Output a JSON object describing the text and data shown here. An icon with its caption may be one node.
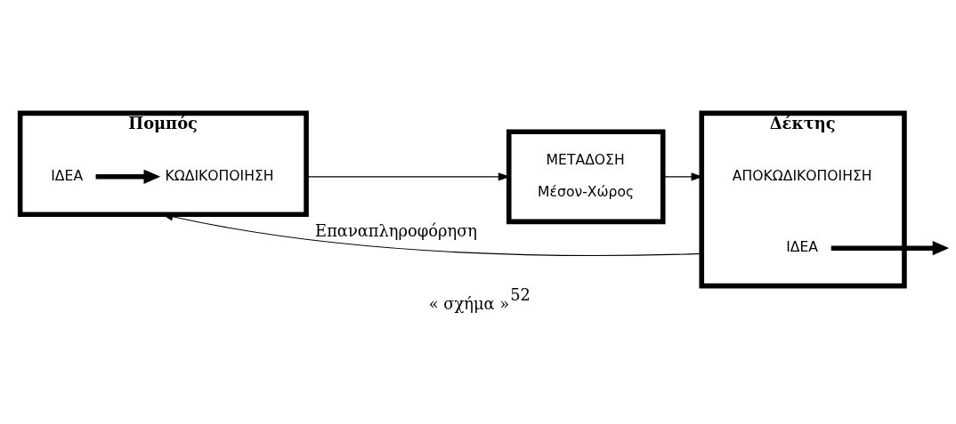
{
  "diagram": {
    "caption": "« σχήμα »$^{52}$",
    "nodes": [
      {
        "text": [
          "Πομπός"
        ]
      },
      {
        "text": [
          "ΙΔΕΑ"
        ],
        "in": 0
      },
      {
        "text": [
          "ΚΩΔΙΚΟΠΟΙΗΣΗ"
        ],
        "in": 0
      },
      {
        "text": [
          "ΜΕΤΑΔΟΣΗ",
          "Μέσον-Χώρος"
        ]
      },
      {
        "text": [
          "Δέκτης"
        ]
      },
      {
        "text": [
          "ΑΠΟΚΩΔΙΚΟΠΟΙΗΣΗ"
        ],
        "in": 4
      },
      {
        "text": [
          "ΙΔΕΑ"
        ],
        "in": 4
      }
    ],
    "edges": [
      {
        "from": 1,
        "to": 2,
        "arrow": "to",
        "style": "thick"
      },
      {
        "from": 0,
        "to": 3,
        "arrow": "to"
      },
      {
        "from": 3,
        "to": 4,
        "arrow": "to"
      },
      {
        "from": 6,
        "to": null,
        "arrow": "to",
        "style": "thick"
      },
      {
        "from": 4,
        "to": 0,
        "arrow": "to",
        "label": "Επαναπληροφόρηση"
      }
    ]
  }
}
